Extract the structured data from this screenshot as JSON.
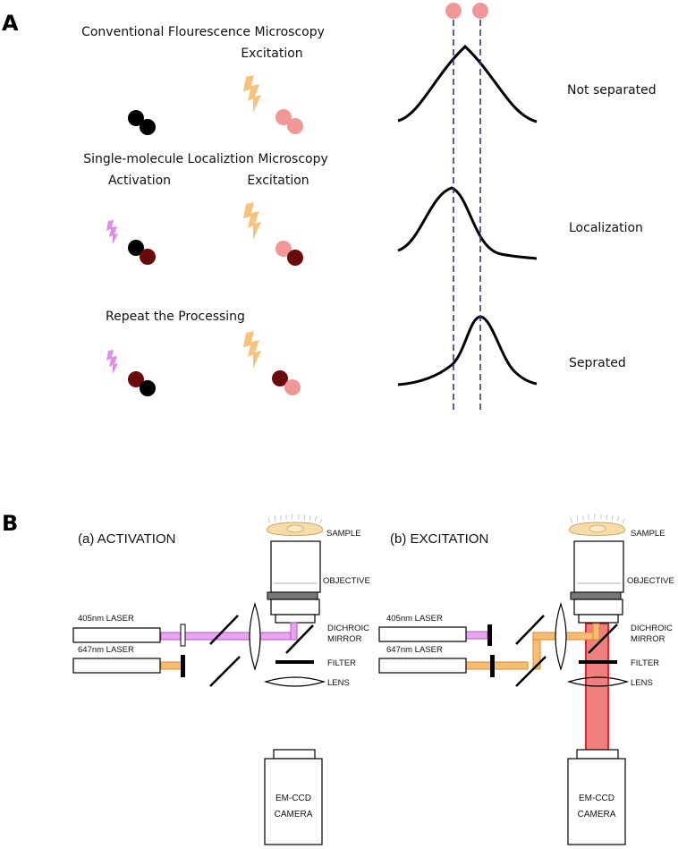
{
  "panel_a": {
    "letter": "A",
    "row1": {
      "title": "Conventional Flourescence Microscopy",
      "excitation": "Excitation",
      "result": "Not separated"
    },
    "row2": {
      "title": "Single-molecule Localiztion Microscopy",
      "activation": "Activation",
      "excitation": "Excitation",
      "result": "Localization"
    },
    "row3": {
      "title": "Repeat the Processing",
      "result": "Seprated"
    }
  },
  "panel_b": {
    "letter": "B",
    "left": {
      "heading": "(a) ACTIVATION",
      "sample": "SAMPLE",
      "objective": "OBJECTIVE",
      "laser_405": "405nm LASER",
      "laser_647": "647nm LASER",
      "dichroic_1": "DICHROIC",
      "dichroic_2": "MIRROR",
      "filter": "FILTER",
      "lens": "LENS",
      "camera_1": "EM-CCD",
      "camera_2": "CAMERA"
    },
    "right": {
      "heading": "(b) EXCITATION",
      "sample": "SAMPLE",
      "objective": "OBJECTIVE",
      "laser_405": "405nm LASER",
      "laser_647": "647nm LASER",
      "dichroic_1": "DICHROIC",
      "dichroic_2": "MIRROR",
      "filter": "FILTER",
      "lens": "LENS",
      "camera_1": "EM-CCD",
      "camera_2": "CAMERA"
    }
  },
  "colors": {
    "black_molecule": "#000000",
    "pink_molecule": "#f29797",
    "dark_red_molecule": "#6b0a0a",
    "violet_bolt": "#dc8ee8",
    "orange_bolt": "#f7c27a",
    "dashed_line": "#2c3a8f",
    "violet_beam": "#e9a3f0",
    "orange_beam": "#f6bd73",
    "red_beam": "#f08080"
  }
}
